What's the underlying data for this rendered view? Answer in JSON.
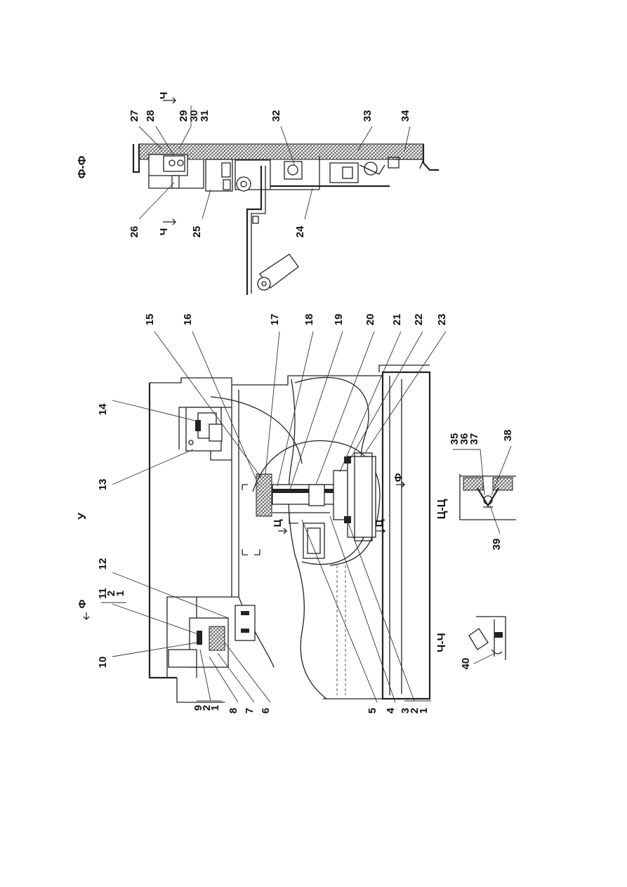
{
  "sections": {
    "main_view": "У",
    "section_ff": "Ф-Ф",
    "section_tsts": "Ц-Ц",
    "section_chch": "Ч-Ч"
  },
  "cut_marks": {
    "f": "Ф",
    "ts": "Ц",
    "ch": "Ч"
  },
  "callouts": {
    "c1": "1",
    "c2": "2",
    "c3": "3",
    "c4": "4",
    "c5": "5",
    "c6": "6",
    "c7": "7",
    "c8": "8",
    "c9": "9",
    "c10": "10",
    "c11": "11",
    "c12": "12",
    "c13": "13",
    "c14": "14",
    "c15": "15",
    "c16": "16",
    "c17": "17",
    "c18": "18",
    "c19": "19",
    "c20": "20",
    "c21": "21",
    "c22": "22",
    "c23": "23",
    "c24": "24",
    "c25": "25",
    "c26": "26",
    "c27": "27",
    "c28": "28",
    "c29": "29",
    "c30": "30",
    "c31": "31",
    "c32": "32",
    "c33": "33",
    "c34": "34",
    "c35": "35",
    "c36": "36",
    "c37": "37",
    "c38": "38",
    "c39": "39",
    "c40": "40"
  }
}
